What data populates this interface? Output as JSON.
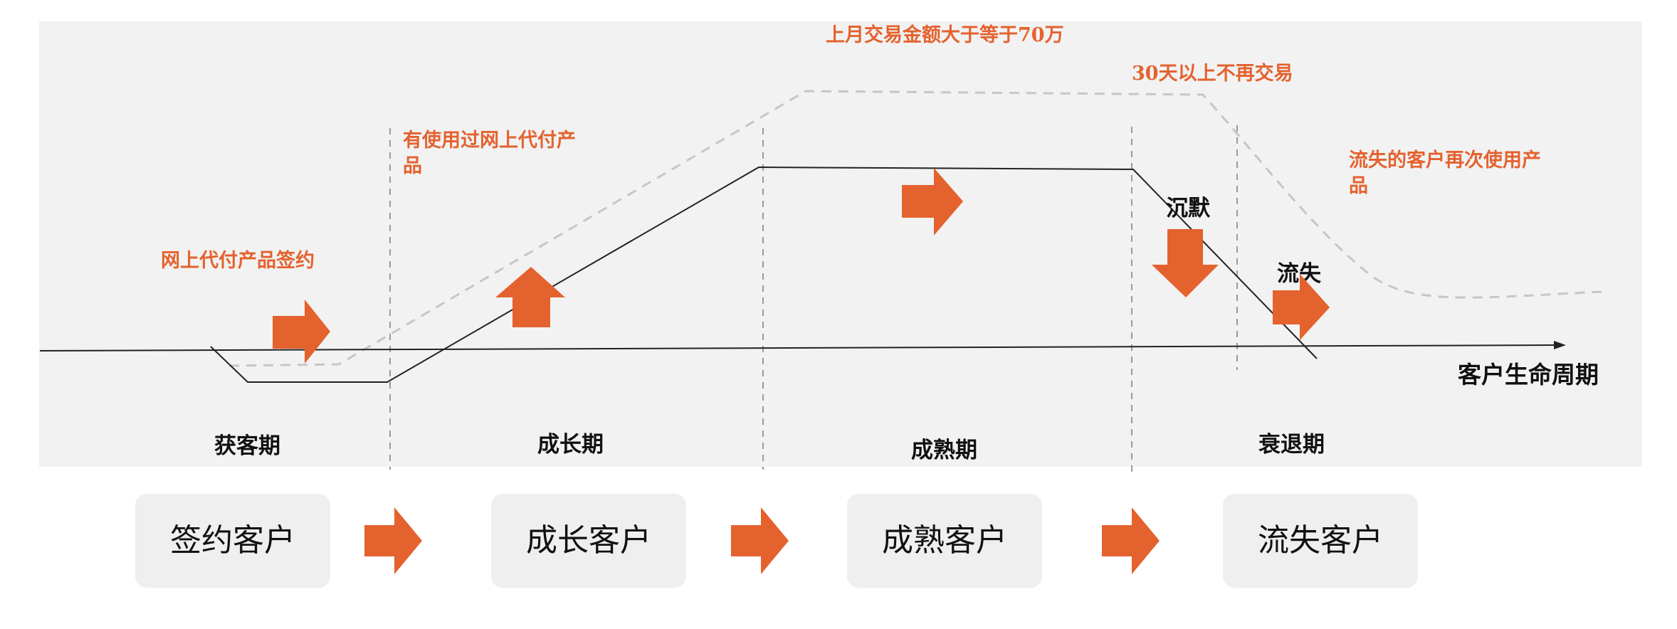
{
  "colors": {
    "accent": "#E4622E",
    "panel_background": "#F2F2F2",
    "box_background": "#EFEFEF",
    "dashed_line": "#C6C6C6",
    "solid_line": "#222222"
  },
  "axis": {
    "label": "客户生命周期"
  },
  "annotations": {
    "signup": "网上代付产品签约",
    "used_product_line1": "有使用过网上代付产",
    "used_product_line2": "品",
    "last_month_amount": "上月交易金额大于等于70万",
    "no_trade_30_days": "30天以上不再交易",
    "churned_reuse_line1": "流失的客户再次使用产",
    "churned_reuse_line2": "品"
  },
  "curve_labels": {
    "silent": "沉默",
    "churn": "流失"
  },
  "phases": [
    {
      "label": "获客期"
    },
    {
      "label": "成长期"
    },
    {
      "label": "成熟期"
    },
    {
      "label": "衰退期"
    }
  ],
  "customer_types": [
    {
      "label": "签约客户"
    },
    {
      "label": "成长客户"
    },
    {
      "label": "成熟客户"
    },
    {
      "label": "流失客户"
    }
  ],
  "icons": {
    "stage_arrow": "right-block-arrow",
    "growth_arrow": "up-block-arrow",
    "silent_arrow": "down-block-arrow"
  }
}
